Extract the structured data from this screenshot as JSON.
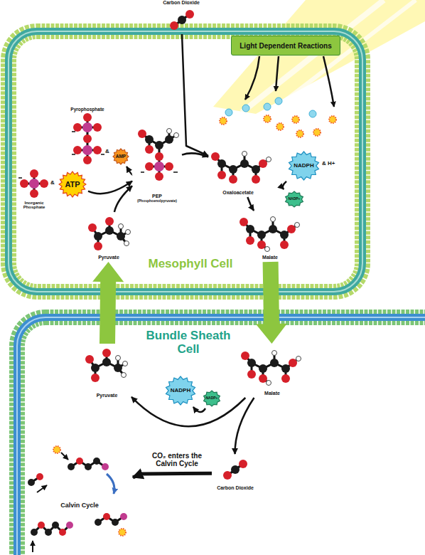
{
  "diagram": {
    "nodes": [
      {
        "text": [
          "Carbon Dioxide"
        ]
      },
      {
        "text": [
          "Mesophyll Cell"
        ]
      },
      {
        "text": [
          "Light Dependent Reactions"
        ],
        "in": 1
      },
      {
        "text": [
          "Pyrophosphate"
        ],
        "in": 1
      },
      {
        "text": [
          "AMP"
        ],
        "in": 1
      },
      {
        "text": [
          "PEP",
          "(Phosphoenolpyruvate)"
        ],
        "in": 1
      },
      {
        "text": [
          "Oxaloacetate"
        ],
        "in": 1
      },
      {
        "text": [
          "NADPH"
        ],
        "in": 1
      },
      {
        "text": [
          "NADP+"
        ],
        "in": 1
      },
      {
        "text": [
          "ATP"
        ],
        "in": 1
      },
      {
        "text": [
          "Inorganic Phosphate"
        ],
        "in": 1
      },
      {
        "text": [
          "Pyruvate"
        ],
        "in": 1
      },
      {
        "text": [
          "Malate"
        ],
        "in": 1
      },
      {
        "text": [
          "Bundle Sheath Cell"
        ]
      },
      {
        "text": [
          "Pyruvate"
        ],
        "in": 13
      },
      {
        "text": [
          "Malate"
        ],
        "in": 13
      },
      {
        "text": [
          "NADPH"
        ],
        "in": 13
      },
      {
        "text": [
          "NADP+"
        ],
        "in": 13
      },
      {
        "text": [
          "Carbon Dioxide"
        ],
        "in": 13
      },
      {
        "text": [
          "Calvin Cycle"
        ],
        "in": 13
      }
    ],
    "edges": [
      {
        "from": 0,
        "to": 6,
        "arrow": "to"
      },
      {
        "from": 11,
        "to": 5,
        "arrow": "to"
      },
      {
        "from": 9,
        "to": 5,
        "arrow": "to"
      },
      {
        "from": 5,
        "to": 4,
        "arrow": "to"
      },
      {
        "from": 5,
        "to": 6,
        "arrow": "to"
      },
      {
        "from": 6,
        "to": 12,
        "arrow": "to"
      },
      {
        "from": 7,
        "to": 8,
        "arrow": "to"
      },
      {
        "from": 12,
        "to": 15,
        "arrow": "to"
      },
      {
        "from": 14,
        "to": 11,
        "arrow": "to"
      },
      {
        "from": 15,
        "to": 14,
        "arrow": "to"
      },
      {
        "from": 17,
        "to": 16,
        "arrow": "to"
      },
      {
        "from": 15,
        "to": 18,
        "arrow": "to"
      },
      {
        "from": 18,
        "to": 19,
        "label": "CO₂ enters the Calvin Cycle",
        "arrow": "to"
      }
    ],
    "labels": [
      "&",
      "&",
      "& H+"
    ]
  }
}
